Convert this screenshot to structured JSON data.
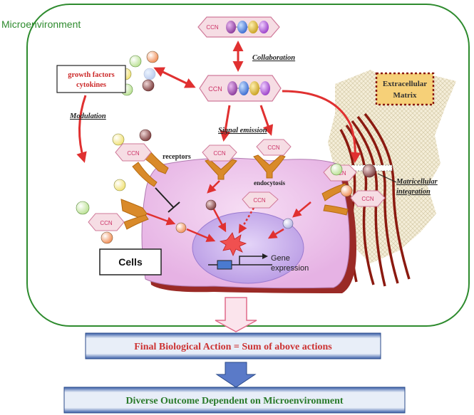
{
  "microenvironment_label": "Microenvironment",
  "ccn_label": "CCN",
  "collaboration_label": "Collaboration",
  "growth_factors": {
    "line1": "growth factors",
    "line2": "cytokines"
  },
  "modulation_label": "Modulation",
  "signal_emission_label": "Signal emission",
  "receptors_label": "receptors",
  "endocytosis_label": "endocytosis",
  "extracellular_matrix": {
    "line1": "Extracellular",
    "line2": "Matrix"
  },
  "matricellular_integration": {
    "line1": "Matricellular",
    "line2": "integration"
  },
  "cells_label": "Cells",
  "gene_expression": {
    "line1": "Gene",
    "line2": "expression"
  },
  "final_action_label": "Final Biological Action = Sum of above actions",
  "outcome_label": "Diverse Outcome Dependent on Microenvironment",
  "colors": {
    "green_border": "#2e8b2e",
    "arrow_red": "#e03030",
    "cell_pink": "#f0c8ee",
    "nucleus_purple": "#c0a0e8",
    "ccn_pink": "#f6dde4",
    "blue_box_text": "#cc3333",
    "outcome_text": "#2a7a2a"
  }
}
